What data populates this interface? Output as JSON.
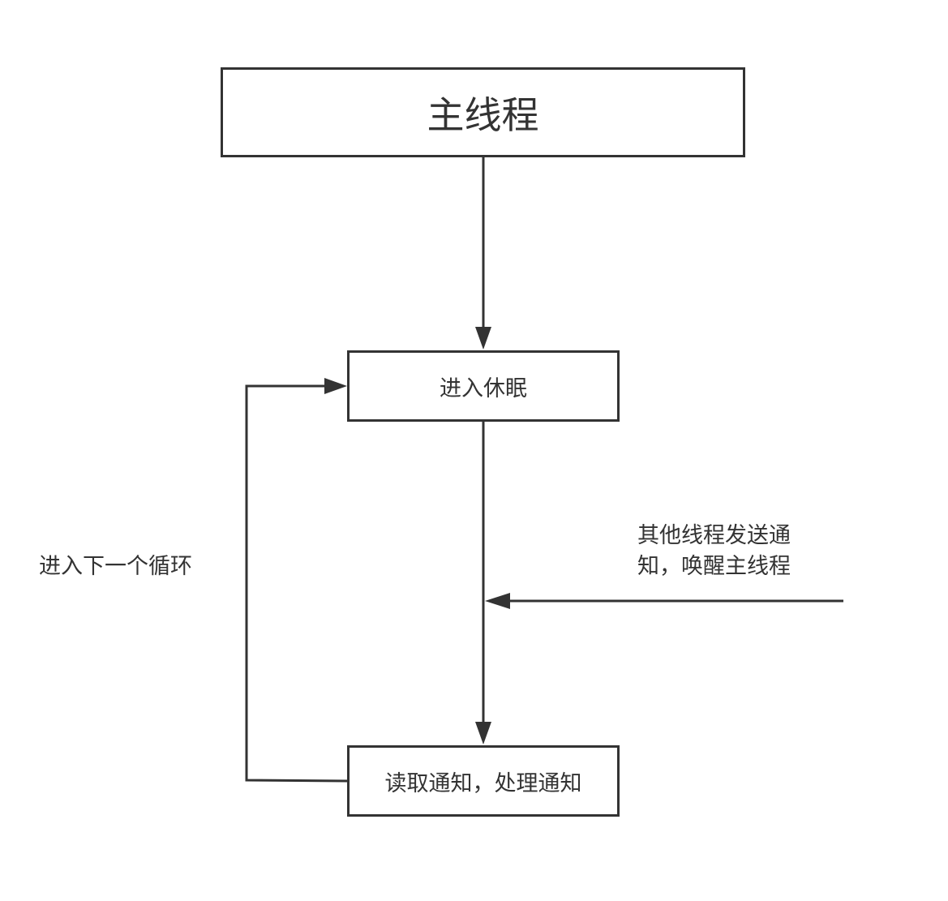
{
  "nodes": {
    "main_thread": "主线程",
    "sleep": "进入休眠",
    "process": "读取通知，处理通知"
  },
  "edge_labels": {
    "next_loop": "进入下一个循环",
    "notify_line1": "其他线程发送通",
    "notify_line2": "知，唤醒主线程"
  },
  "colors": {
    "stroke": "#333333",
    "background": "#ffffff"
  }
}
